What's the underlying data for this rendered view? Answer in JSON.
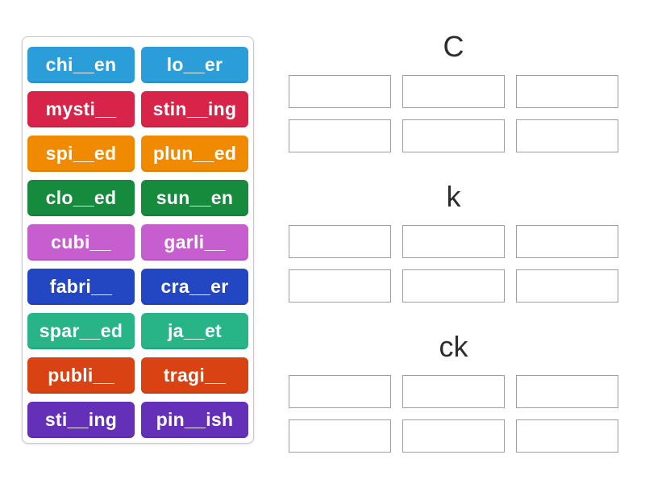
{
  "tiles": [
    {
      "label": "chi__en",
      "color": "#2B9DD9"
    },
    {
      "label": "lo__er",
      "color": "#2B9DD9"
    },
    {
      "label": "mysti__",
      "color": "#D9244A"
    },
    {
      "label": "stin__ing",
      "color": "#D9244A"
    },
    {
      "label": "spi__ed",
      "color": "#F08A00"
    },
    {
      "label": "plun__ed",
      "color": "#F08A00"
    },
    {
      "label": "clo__ed",
      "color": "#168A3D"
    },
    {
      "label": "sun__en",
      "color": "#168A3D"
    },
    {
      "label": "cubi__",
      "color": "#C75ECF"
    },
    {
      "label": "garli__",
      "color": "#C75ECF"
    },
    {
      "label": "fabri__",
      "color": "#2346C3"
    },
    {
      "label": "cra__er",
      "color": "#2346C3"
    },
    {
      "label": "spar__ed",
      "color": "#29B488"
    },
    {
      "label": "ja__et",
      "color": "#29B488"
    },
    {
      "label": "publi__",
      "color": "#D94213"
    },
    {
      "label": "tragi__",
      "color": "#D94213"
    },
    {
      "label": "sti__ing",
      "color": "#6430B8"
    },
    {
      "label": "pin__ish",
      "color": "#6430B8"
    }
  ],
  "groups": [
    {
      "label": "C",
      "slot_count": 6
    },
    {
      "label": "k",
      "slot_count": 6
    },
    {
      "label": "ck",
      "slot_count": 6
    }
  ],
  "colors": {
    "page_background": "#ffffff",
    "tile_text": "#ffffff",
    "group_header_text": "#2d2d2d",
    "slot_border": "#9e9e9e",
    "panel_border": "#c9c9c9"
  }
}
